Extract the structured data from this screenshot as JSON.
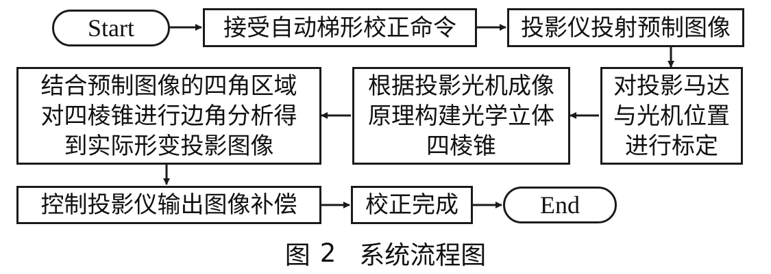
{
  "diagram": {
    "start": "Start",
    "end": "End",
    "steps": {
      "receive_command": "接受自动梯形校正命令",
      "project_image": "投影仪投射预制图像",
      "calibrate": [
        "对投影马达",
        "与光机位置",
        "进行标定"
      ],
      "build_pyramid": [
        "根据投影光机成像",
        "原理构建光学立体",
        "四棱锥"
      ],
      "analyze": [
        "结合预制图像的四角区域",
        "对四棱锥进行边角分析得",
        "到实际形变投影图像"
      ],
      "compensate": "控制投影仪输出图像补偿",
      "complete": "校正完成"
    }
  },
  "caption": {
    "figure_label": "图",
    "figure_number": "2",
    "title": "系统流程图"
  }
}
